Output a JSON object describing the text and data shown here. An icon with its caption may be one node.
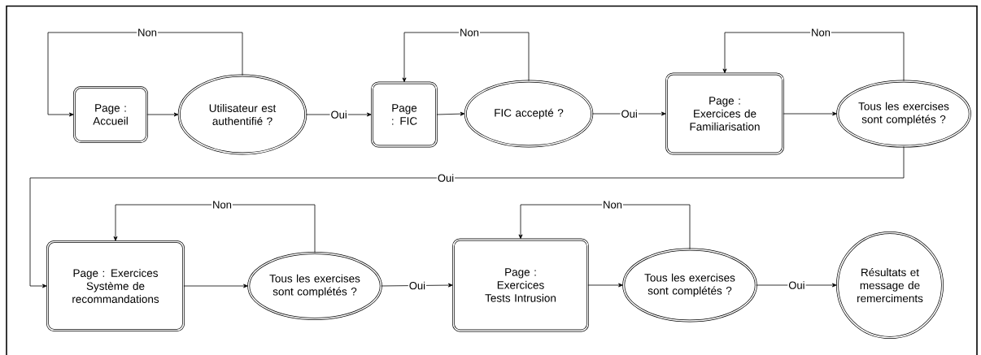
{
  "diagram": {
    "nodes": [
      {
        "text": [
          "Page : Accueil"
        ]
      },
      {
        "text": [
          "Utilisateur est authentifié ?"
        ]
      },
      {
        "text": [
          "Page : FIC"
        ]
      },
      {
        "text": [
          "FIC accepté ?"
        ]
      },
      {
        "text": [
          "Page : Exercices de Familiarisation"
        ]
      },
      {
        "text": [
          "Tous les exercises sont complétés ?"
        ]
      },
      {
        "text": [
          "Page : Exercices Système de recommandations"
        ]
      },
      {
        "text": [
          "Tous les exercises sont complétés ?"
        ]
      },
      {
        "text": [
          "Page : Exercices Tests Intrusion"
        ]
      },
      {
        "text": [
          "Tous les exercises sont complétés ?"
        ]
      },
      {
        "text": [
          "Résultats et message de remerciments"
        ]
      }
    ],
    "edges": [
      {
        "from": 1,
        "to": 0,
        "arrow": "to",
        "label": "Non"
      },
      {
        "from": 0,
        "to": 1,
        "arrow": "to"
      },
      {
        "from": 1,
        "to": 2,
        "arrow": "to",
        "label": "Oui"
      },
      {
        "from": 3,
        "to": 2,
        "arrow": "to",
        "label": "Non"
      },
      {
        "from": 2,
        "to": 3,
        "arrow": "to"
      },
      {
        "from": 3,
        "to": 4,
        "arrow": "to",
        "label": "Oui"
      },
      {
        "from": 5,
        "to": 4,
        "arrow": "to",
        "label": "Non"
      },
      {
        "from": 4,
        "to": 5,
        "arrow": "to"
      },
      {
        "from": 5,
        "to": 6,
        "arrow": "to",
        "label": "Oui"
      },
      {
        "from": 7,
        "to": 6,
        "arrow": "to",
        "label": "Non"
      },
      {
        "from": 6,
        "to": 7,
        "arrow": "to"
      },
      {
        "from": 7,
        "to": 8,
        "arrow": "to",
        "label": "Oui"
      },
      {
        "from": 9,
        "to": 8,
        "arrow": "to",
        "label": "Non"
      },
      {
        "from": 8,
        "to": 9,
        "arrow": "to"
      },
      {
        "from": 9,
        "to": 10,
        "arrow": "to",
        "label": "Oui"
      }
    ]
  }
}
